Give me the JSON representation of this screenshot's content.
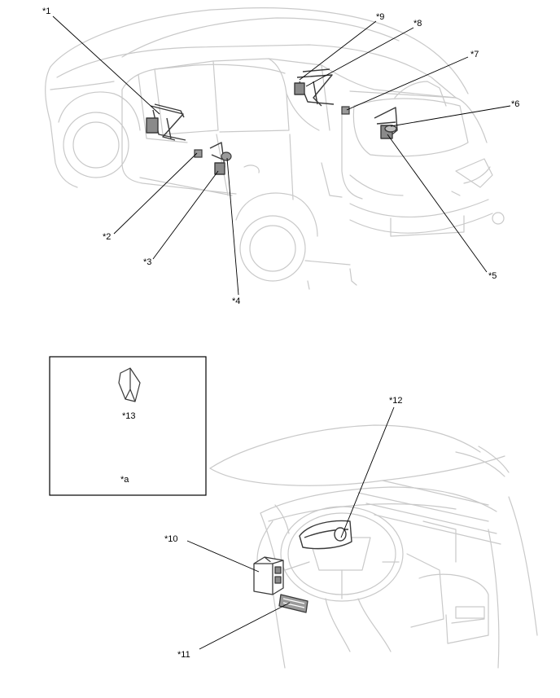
{
  "callouts": [
    {
      "id": "1",
      "text": "*1"
    },
    {
      "id": "2",
      "text": "*2"
    },
    {
      "id": "3",
      "text": "*3"
    },
    {
      "id": "4",
      "text": "*4"
    },
    {
      "id": "5",
      "text": "*5"
    },
    {
      "id": "6",
      "text": "*6"
    },
    {
      "id": "7",
      "text": "*7"
    },
    {
      "id": "8",
      "text": "*8"
    },
    {
      "id": "9",
      "text": "*9"
    },
    {
      "id": "10",
      "text": "*10"
    },
    {
      "id": "11",
      "text": "*11"
    },
    {
      "id": "12",
      "text": "*12"
    },
    {
      "id": "13",
      "text": "*13"
    }
  ],
  "inset": {
    "label": "*a"
  },
  "colors": {
    "outline": "#c9c9c9",
    "part": "#3a3a3a",
    "leader": "#000000"
  }
}
